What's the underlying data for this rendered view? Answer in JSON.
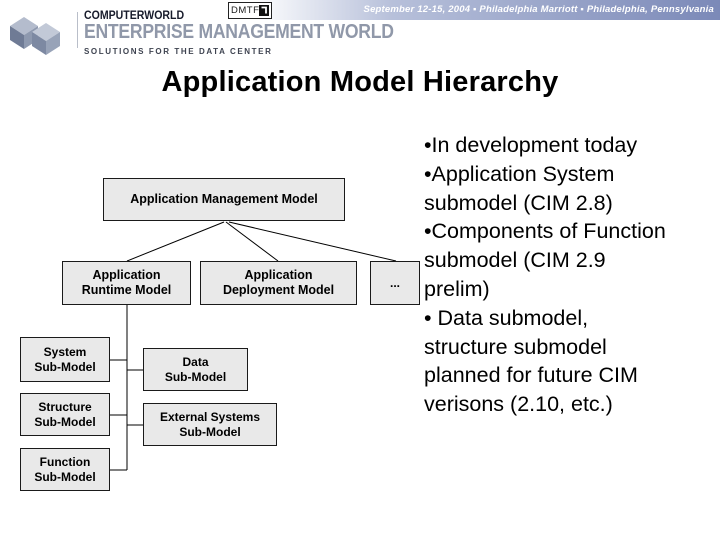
{
  "header": {
    "brand": {
      "top": "COMPUTERWORLD",
      "main": "ENTERPRISE MANAGEMENT WORLD",
      "tagline": "SOLUTIONS FOR THE DATA CENTER"
    },
    "dmtf": {
      "label": "DMTF"
    },
    "event_info": "September 12-15, 2004 ▪ Philadelphia Marriott ▪ Philadelphia, Pennsylvania",
    "band_color": "#7b89b8"
  },
  "slide": {
    "title": "Application Model Hierarchy"
  },
  "diagram": {
    "box_fill": "#e9e9e9",
    "box_border": "#1a1a1a",
    "nodes": [
      {
        "id": "management",
        "label": "Application Management Model"
      },
      {
        "id": "runtime",
        "label": "Application\nRuntime Model"
      },
      {
        "id": "deployment",
        "label": "Application\nDeployment Model"
      },
      {
        "id": "more",
        "label": "..."
      },
      {
        "id": "system",
        "label": "System\nSub-Model"
      },
      {
        "id": "data",
        "label": "Data\nSub-Model"
      },
      {
        "id": "structure",
        "label": "Structure\nSub-Model"
      },
      {
        "id": "external",
        "label": "External Systems\nSub-Model"
      },
      {
        "id": "function",
        "label": "Function\nSub-Model"
      }
    ]
  },
  "notes": {
    "lines": [
      "•In development today",
      "•Application System",
      "submodel (CIM 2.8)",
      "•Components of Function",
      "submodel (CIM 2.9",
      "prelim)",
      "• Data submodel,",
      "structure submodel",
      "planned for future CIM",
      "verisons (2.10, etc.)"
    ]
  }
}
